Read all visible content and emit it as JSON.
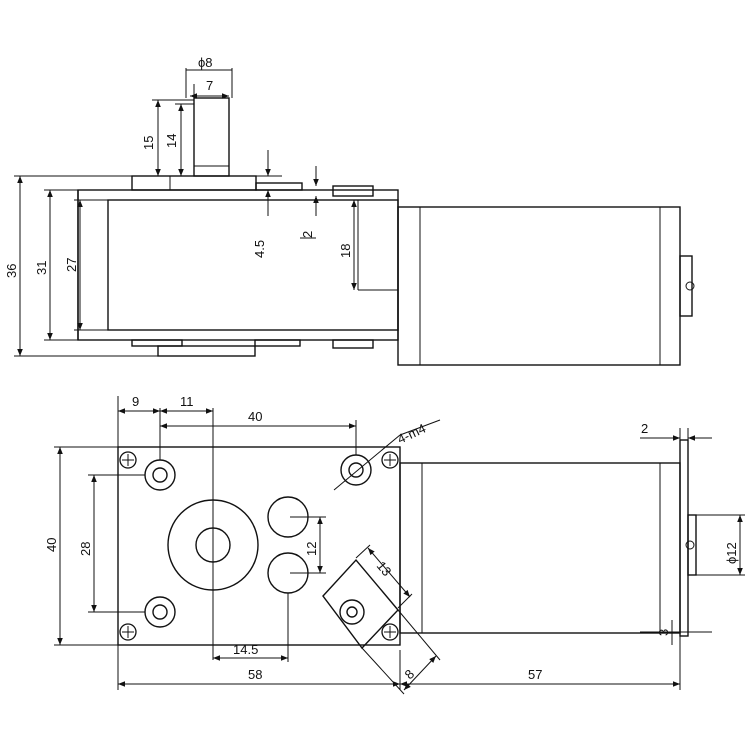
{
  "dimensions": {
    "shaft_diameter": "ϕ8",
    "shaft_flat": "7",
    "shaft_length_total": "15",
    "shaft_length_flat": "14",
    "height_overall": "36",
    "height_body": "31",
    "height_inner": "27",
    "collar_height": "4.5",
    "motor_offset": "2",
    "motor_top_offset": "18",
    "edge_to_hole": "9",
    "hole_to_shaft": "11",
    "hole_spacing_x": "40",
    "mount_holes": "4-m4",
    "front_height": "40",
    "hole_spacing_y": "28",
    "port_spacing": "12",
    "shaft_to_port": "14.5",
    "gearbox_width": "58",
    "slot_width": "13",
    "slot_height": "8",
    "motor_length": "57",
    "end_cap": "2",
    "end_shaft_diameter": "ϕ12",
    "end_cap_small": "3"
  },
  "colors": {
    "line": "#111111",
    "background": "#ffffff"
  }
}
